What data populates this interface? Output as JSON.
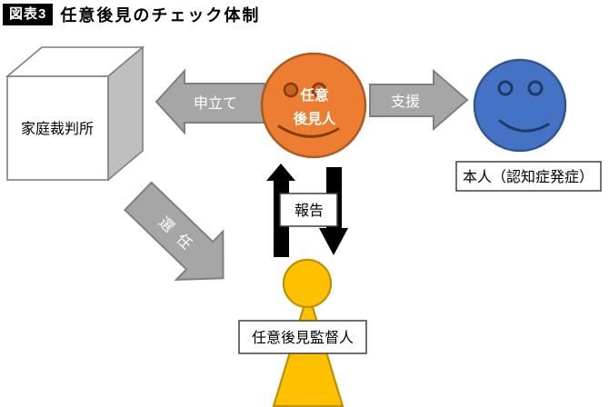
{
  "figure": {
    "tag": "図表3",
    "title": "任意後見のチェック体制"
  },
  "court": {
    "label": "家庭裁判所"
  },
  "guardian": {
    "line1": "任意",
    "line2": "後見人"
  },
  "person": {
    "caption": "本人（認知症発症）"
  },
  "supervisor": {
    "caption": "任意後見監督人"
  },
  "arrows": {
    "petition": "申立て",
    "support": "支援",
    "appointment": "選任",
    "report": "報告"
  },
  "colors": {
    "guardian_fill": "#ED7D31",
    "guardian_stroke": "#AE5A21",
    "guardian_detail": "#843C0C",
    "person_fill": "#4472C4",
    "person_stroke": "#2E5597",
    "person_detail": "#1F3864",
    "supervisor_fill": "#FFC000",
    "supervisor_stroke": "#BF9000",
    "gray_arrow_fill": "#A6A6A6",
    "gray_arrow_stroke": "#7F7F7F",
    "report_arrow": "#000000",
    "cube_side": "#BFBFBF",
    "title_tag_bg": "#000000",
    "title_tag_text": "#FFFFFF"
  }
}
